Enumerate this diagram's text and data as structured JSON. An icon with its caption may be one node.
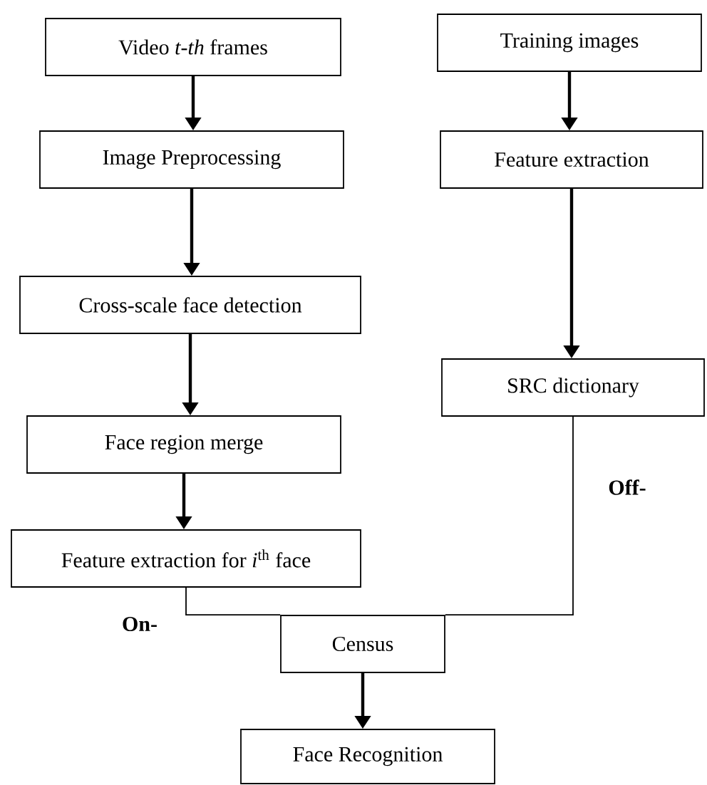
{
  "diagram": {
    "nodes": [
      {
        "text": [
          "Video *t-th* frames"
        ]
      },
      {
        "text": [
          "Image Preprocessing"
        ]
      },
      {
        "text": [
          "Cross-scale face detection"
        ]
      },
      {
        "text": [
          "Face region merge"
        ]
      },
      {
        "text": [
          "Feature extraction for *i*$^{th}$ face"
        ]
      },
      {
        "text": [
          "Training images"
        ]
      },
      {
        "text": [
          "Feature extraction"
        ]
      },
      {
        "text": [
          "SRC dictionary"
        ]
      },
      {
        "text": [
          "Census"
        ]
      },
      {
        "text": [
          "Face Recognition"
        ]
      }
    ],
    "edges": [
      {
        "from": 0,
        "to": 1,
        "arrow": "to"
      },
      {
        "from": 1,
        "to": 2,
        "arrow": "to"
      },
      {
        "from": 2,
        "to": 3,
        "arrow": "to"
      },
      {
        "from": 3,
        "to": 4,
        "arrow": "to"
      },
      {
        "from": 5,
        "to": 6,
        "arrow": "to"
      },
      {
        "from": 6,
        "to": 7,
        "arrow": "to"
      },
      {
        "from": 4,
        "to": 8,
        "arrow": "none",
        "label": "On-"
      },
      {
        "from": 7,
        "to": 8,
        "arrow": "none",
        "label": "Off-"
      },
      {
        "from": 8,
        "to": 9,
        "arrow": "to"
      }
    ]
  }
}
